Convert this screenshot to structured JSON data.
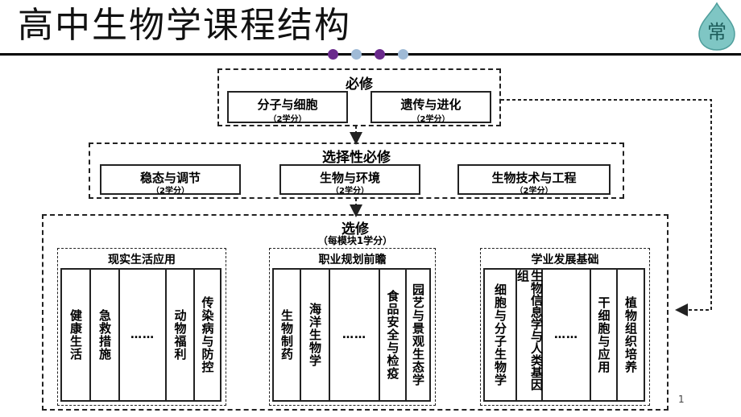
{
  "slide": {
    "title": "高中生物学课程结构",
    "page_number": "1",
    "logo_char": "常",
    "dot_colors": [
      "#6a2a8c",
      "#9fbad6",
      "#6a2a8c",
      "#9fbad6"
    ]
  },
  "bixiu": {
    "title": "必修",
    "courses": [
      {
        "name": "分子与细胞",
        "credit": "（2学分）"
      },
      {
        "name": "遗传与进化",
        "credit": "（2学分）"
      }
    ]
  },
  "xuanze_bixiu": {
    "title": "选择性必修",
    "courses": [
      {
        "name": "稳态与调节",
        "credit": "（2学分）"
      },
      {
        "name": "生物与环境",
        "credit": "（2学分）"
      },
      {
        "name": "生物技术与工程",
        "credit": "（2学分）"
      }
    ]
  },
  "xuanxiu": {
    "title": "选修",
    "subtitle": "（每模块1学分）",
    "groups": [
      {
        "title": "现实生活应用",
        "items": [
          "健康生活",
          "急救措施",
          "……",
          "动物福利",
          "传染病与防控"
        ]
      },
      {
        "title": "职业规划前瞻",
        "items": [
          "生物制药",
          "海洋生物学",
          "……",
          "食品安全与检疫",
          "园艺与景观生态学"
        ]
      },
      {
        "title": "学业发展基础",
        "items": [
          "细胞与分子生物学",
          "生物信息学与人类基因组",
          "……",
          "干细胞与应用",
          "植物组织培养"
        ]
      }
    ]
  }
}
